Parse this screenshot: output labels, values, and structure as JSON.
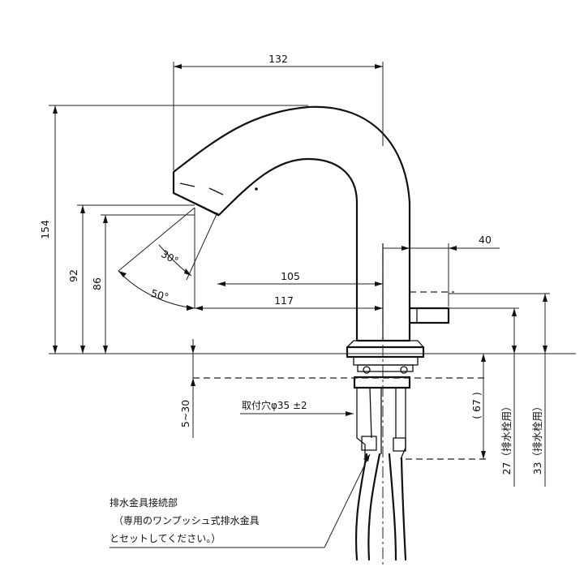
{
  "dimensions": {
    "d132": "132",
    "d154": "154",
    "d92": "92",
    "d86": "86",
    "d40": "40",
    "d105": "105",
    "d117": "117",
    "a30": "30°",
    "a50": "50°",
    "d5_30": "5~30",
    "d67": "( 67 )",
    "d27": "27（排水栓用）",
    "d33": "33（排水栓用）"
  },
  "mount_hole": "取付穴φ35 ±2",
  "drain_note": {
    "line1": "排水金具接続部",
    "line2": "（専用のワンプッシュ式排水金具",
    "line3": "とセットしてください。）"
  }
}
